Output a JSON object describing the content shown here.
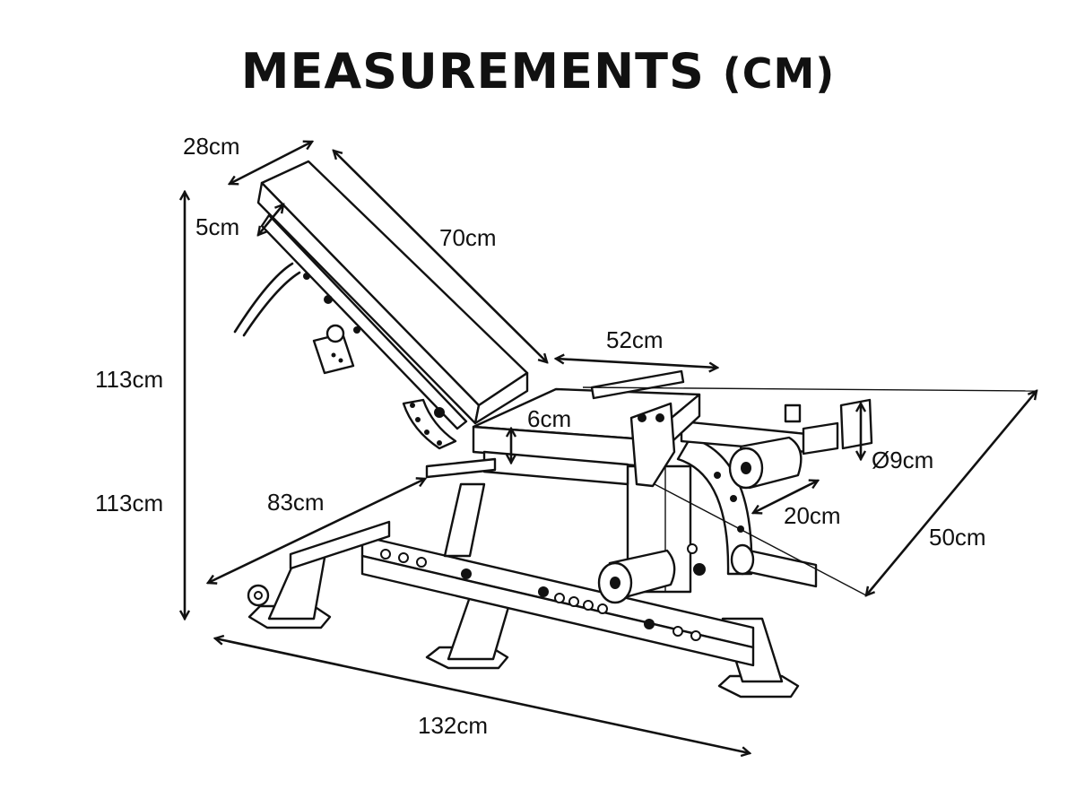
{
  "title": {
    "main": "MEASUREMENTS",
    "unit": "(CM)"
  },
  "dimensions": {
    "backrest_width": "28cm",
    "pad_thickness_back": "5cm",
    "backrest_length": "70cm",
    "seat_length": "52cm",
    "seat_thickness": "6cm",
    "roller_diameter": "Ø9cm",
    "roller_length": "20cm",
    "leg_attachment_width": "50cm",
    "height_upper": "113cm",
    "height_lower": "113cm",
    "width_front": "83cm",
    "overall_length": "132cm"
  },
  "colors": {
    "ink": "#111111",
    "background": "#ffffff"
  }
}
